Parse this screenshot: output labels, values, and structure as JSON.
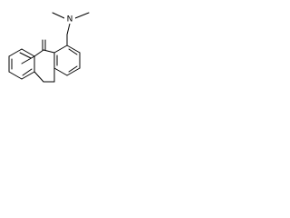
{
  "diagram": {
    "kind": "skeletal-structure",
    "stroke_color": "#000000",
    "background": "#ffffff",
    "atom_labels": {
      "n": "N"
    },
    "parts": [
      "methyl-left",
      "methyl-right",
      "n-methylene-bond",
      "aminomethyl-linker",
      "right-benzene-ring",
      "left-benzene-ring",
      "seven-membered-ring",
      "exocyclic-methylene",
      "ethylene-bridge"
    ]
  }
}
